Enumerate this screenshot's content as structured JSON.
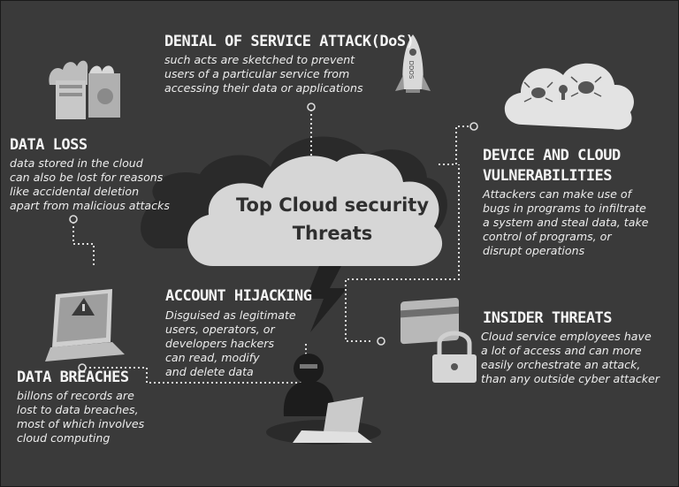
{
  "center_title": "Top Cloud security\nThreats",
  "ddos_label": "DDOS",
  "sections": {
    "dos": {
      "title": "DENIAL OF SERVICE ATTACK(DoS)",
      "text": "such acts are sketched to prevent\nusers of a particular service from\naccessing their data or applications"
    },
    "data_loss": {
      "title": "DATA LOSS",
      "text": "data stored in the cloud\ncan also be lost for reasons\nlike accidental deletion\napart from malicious attacks"
    },
    "device_cloud": {
      "title_line1": "DEVICE AND CLOUD",
      "title_line2": "VULNERABILITIES",
      "text": "Attackers can make use of\nbugs in programs to infiltrate\na system and steal data, take\ncontrol of programs, or\ndisrupt operations"
    },
    "account_hijacking": {
      "title": "ACCOUNT HIJACKING",
      "text": "Disguised as legitimate\nusers, operators, or\ndevelopers hackers\ncan read, modify\nand delete data"
    },
    "insider_threats": {
      "title": "INSIDER THREATS",
      "text": "Cloud service employees have\na lot of access and can more\neasily orchestrate an attack,\nthan any outside cyber attacker"
    },
    "data_breaches": {
      "title": "DATA BREACHES",
      "text": "billons of records are\nlost to data breaches,\nmost of which involves\ncloud computing"
    }
  },
  "icons": [
    "burning-files-icon",
    "ddos-rocket-icon",
    "cloud-bugs-icon",
    "warning-laptop-icon",
    "lightning-bolt-icon",
    "hacker-laptop-icon",
    "credit-card-lock-icon"
  ]
}
